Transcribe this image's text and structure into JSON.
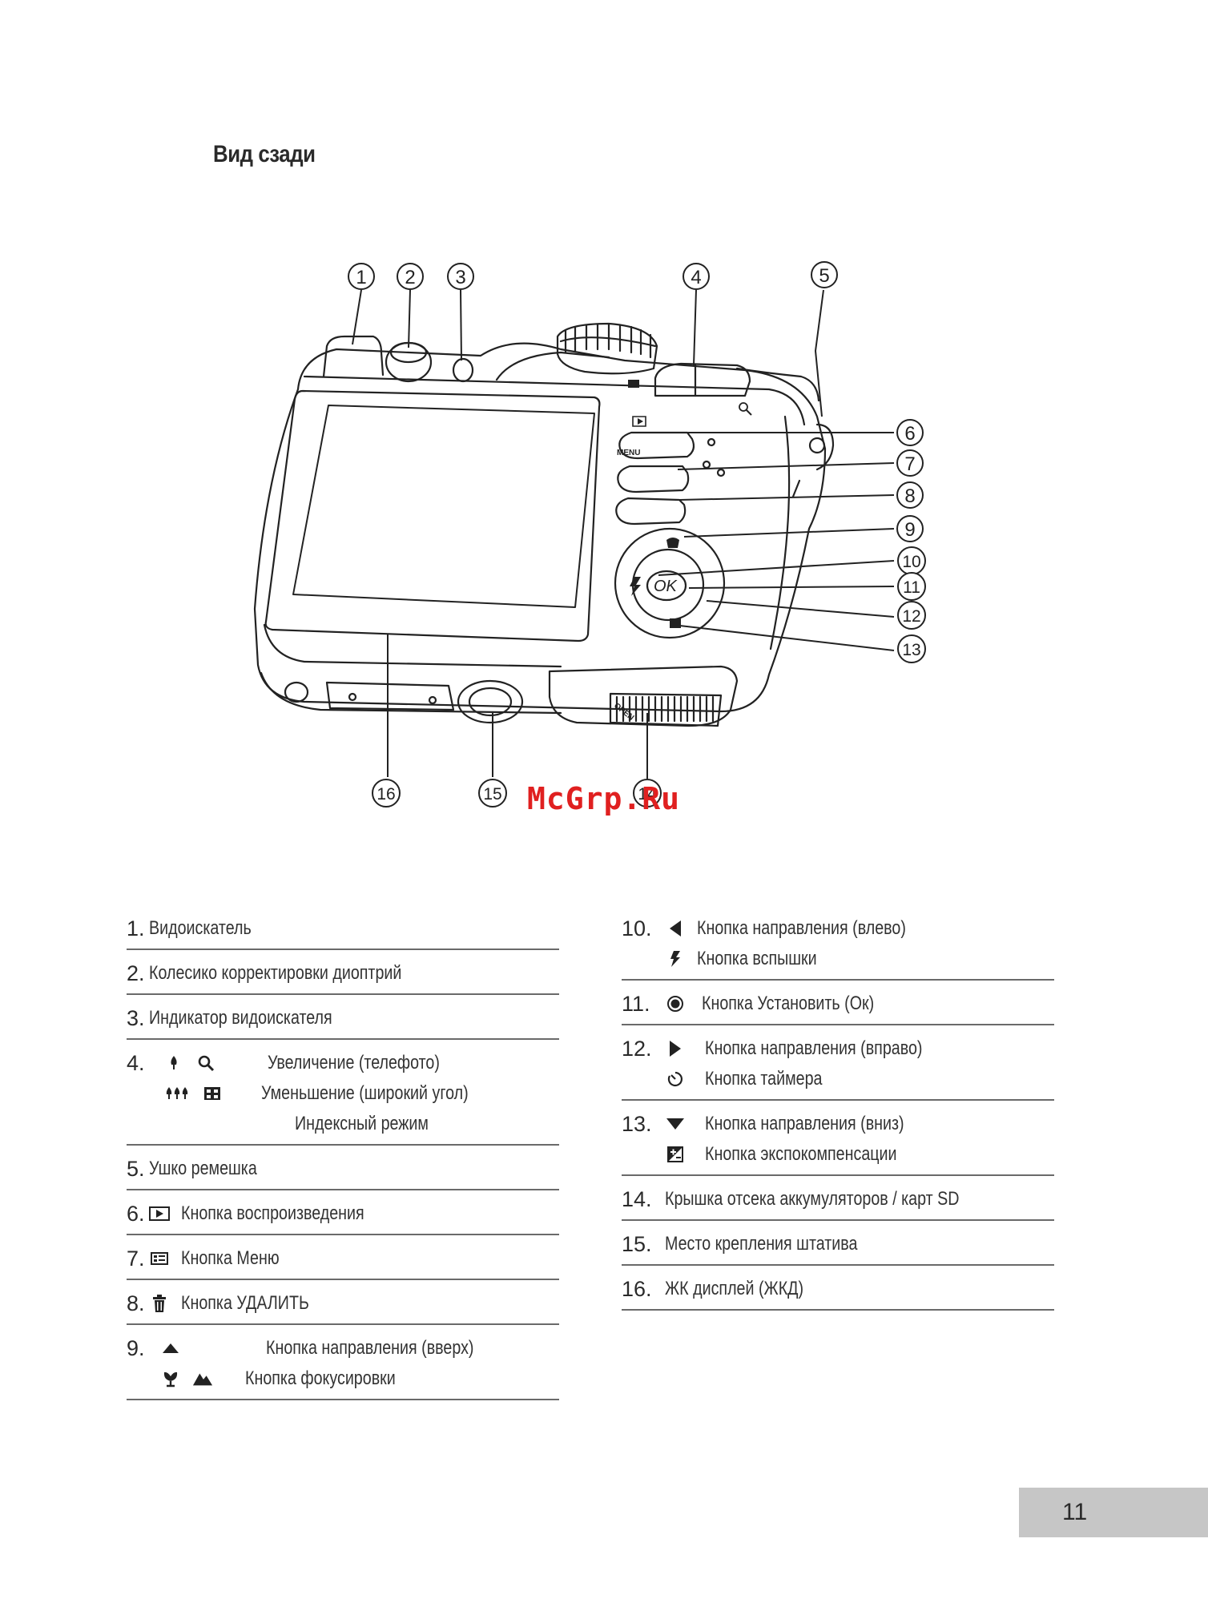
{
  "heading": "Вид сзади",
  "watermark": "McGrp.Ru",
  "page_number": "11",
  "callouts": [
    "1",
    "2",
    "3",
    "4",
    "5",
    "6",
    "7",
    "8",
    "9",
    "10",
    "11",
    "12",
    "13",
    "14",
    "15",
    "16"
  ],
  "camera_labels": {
    "menu": "MENU",
    "ok": "OK",
    "open": "OPEN"
  },
  "legend_left": [
    {
      "num": "1.",
      "text": "Видоискатель"
    },
    {
      "num": "2.",
      "text": "Колесико корректировки диоптрий"
    },
    {
      "num": "3.",
      "text": "Индикатор видоискателя"
    },
    {
      "num": "4.",
      "lines": [
        "Увеличение (телефото)",
        "Уменьшение (широкий угол)",
        "Индексный режим"
      ]
    },
    {
      "num": "5.",
      "text": "Ушко ремешка"
    },
    {
      "num": "6.",
      "text": "Кнопка воспроизведения"
    },
    {
      "num": "7.",
      "text": "Кнопка Меню"
    },
    {
      "num": "8.",
      "text": "Кнопка УДАЛИТЬ"
    },
    {
      "num": "9.",
      "lines": [
        "Кнопка направления (вверх)",
        "Кнопка фокусировки"
      ]
    }
  ],
  "legend_right": [
    {
      "num": "10.",
      "lines": [
        "Кнопка направления (влево)",
        "Кнопка вспышки"
      ]
    },
    {
      "num": "11.",
      "text": "Кнопка Установить (Ок)"
    },
    {
      "num": "12.",
      "lines": [
        "Кнопка направления (вправо)",
        "Кнопка таймера"
      ]
    },
    {
      "num": "13.",
      "lines": [
        "Кнопка направления (вниз)",
        "Кнопка экспокомпенсации"
      ]
    },
    {
      "num": "14.",
      "text": "Крышка отсека аккумуляторов / карт SD"
    },
    {
      "num": "15.",
      "text": "Место крепления штатива"
    },
    {
      "num": "16.",
      "text": "ЖК дисплей (ЖКД)"
    }
  ],
  "icons": {
    "item4": [
      "tele-tree-icon",
      "zoom-magnifier-icon",
      "wide-trees-icon",
      "index-grid-icon"
    ],
    "item6": "playback-icon",
    "item7": "menu-icon",
    "item8": "trash-icon",
    "item9": [
      "up-arrow-icon",
      "macro-flower-icon",
      "mountain-icon"
    ],
    "item10": [
      "left-arrow-icon",
      "flash-icon"
    ],
    "item11": "ok-icon",
    "item12": [
      "right-arrow-icon",
      "self-timer-icon"
    ],
    "item13": [
      "down-arrow-icon",
      "exposure-comp-icon"
    ]
  }
}
